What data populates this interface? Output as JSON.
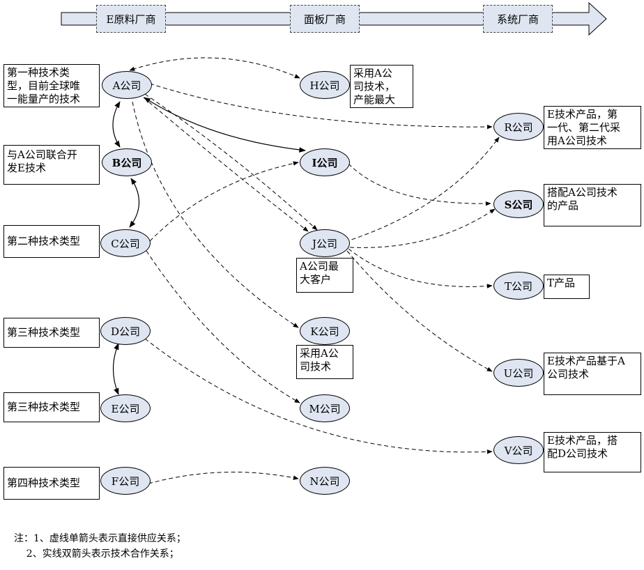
{
  "stages": [
    "E原料厂商",
    "面板厂商",
    "系统厂商"
  ],
  "descriptions": {
    "A": "第一种技术类\n型，目前全球唯\n一能量产的技术",
    "B": "与A公司联合开\n发E技术",
    "C": "第二种技术类型",
    "D": "第三种技术类型",
    "E": "第三种技术类型",
    "F": "第四种技术类型",
    "H": "采用A公\n司技术，\n产能最大",
    "J": "A公司最\n大客户",
    "K": "采用A公\n司技术",
    "R": "E技术产品，第\n一代、第二代采\n用A公司技术",
    "S": "搭配A公司技术\n的产品",
    "T": "T产品",
    "U": "E技术产品基于A\n公司技术",
    "V": "E技术产品，搭\n配D公司技术"
  },
  "companies": {
    "A": "A公司",
    "B": "B公司",
    "C": "C公司",
    "D": "D公司",
    "E": "E公司",
    "F": "F公司",
    "H": "H公司",
    "I": "I公司",
    "J": "J公司",
    "K": "K公司",
    "M": "M公司",
    "N": "N公司",
    "R": "R公司",
    "S": "S公司",
    "T": "T公司",
    "U": "U公司",
    "V": "V公司"
  },
  "notes": {
    "line1": "注：1、虚线单箭头表示直接供应关系；",
    "line2": "    2、实线双箭头表示技术合作关系；"
  }
}
